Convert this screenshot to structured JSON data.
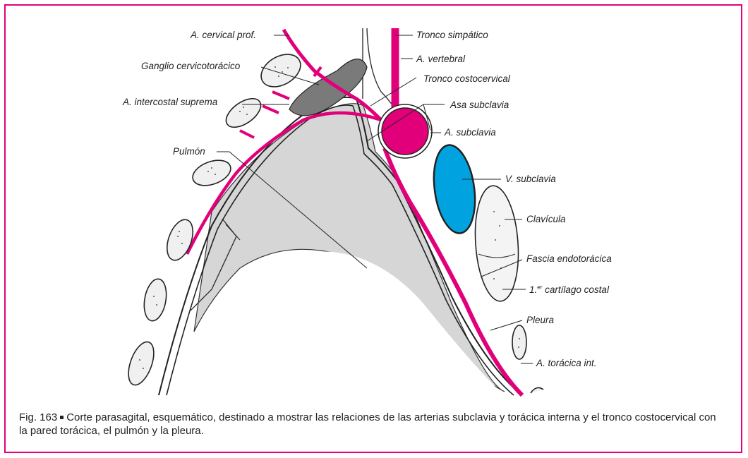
{
  "labels": {
    "cervical_prof": "A. cervical prof.",
    "ganglio": "Ganglio cervicotorácico",
    "intercostal": "A. intercostal suprema",
    "pulmon": "Pulmón",
    "tronco_simpatico": "Tronco simpático",
    "vertebral": "A. vertebral",
    "tronco_costocervical": "Tronco costocervical",
    "asa_subclavia": "Asa subclavia",
    "a_subclavia": "A. subclavia",
    "v_subclavia": "V. subclavia",
    "clavicula": "Clavícula",
    "fascia": "Fascia endotorácica",
    "cartilago_pre": "1.",
    "cartilago_sup": "er",
    "cartilago_post": " cartílago costal",
    "pleura": "Pleura",
    "toracica": "A. torácica int."
  },
  "caption": {
    "fig": "Fig. 163",
    "text": "Corte parasagital, esquemático, destinado a mostrar las relaciones de las arterias subclavia y torácica interna y el tronco costocervical con la pared torácica, el pulmón y la pleura."
  },
  "colors": {
    "artery": "#e2007a",
    "vein": "#00a3e0",
    "lung": "#d6d6d6",
    "frame": "#e3007a"
  }
}
